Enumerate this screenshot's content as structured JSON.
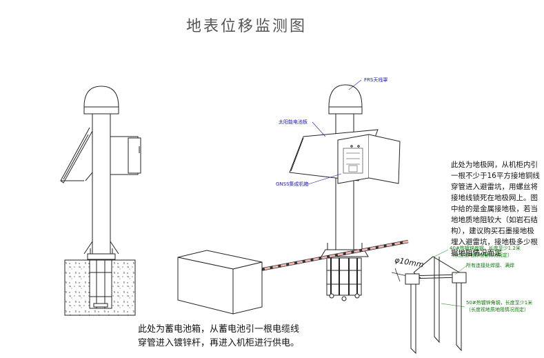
{
  "title": "地表位移监测图",
  "labels": {
    "frs_antenna": "FRS天线罩",
    "solar_panel": "太阳能电池板",
    "gnss_cabinet": "GNSS集成机箱",
    "diameter": "φ10mm",
    "ground_flat_steel": "40#热镀锌扁钢，长度至少1.2米",
    "ground_flat_steel_note": "（长度视地质地阻情况而定）",
    "weld_note": "所有连接处焊接、满焊",
    "ground_angle_steel": "50#热镀锌角钢，长度至少1米",
    "ground_angle_steel_note": "（长度视地质地阻情况而定）"
  },
  "notes": {
    "grounding": "此处为地极网，从机柜内引一根不少于16平方接地铜线穿管进入避雷坑，用螺丝将接地线锁死在地极网上。图中给的是金属接地极，若当地地质地阻较大（如岩石结构），建议购买石墨接地极埋入避雷坑，接地极多少根据地阻情况而定",
    "battery_line1": "此处为蓄电池箱，从蓄电池引一根电缆线",
    "battery_line2": "穿管进入镀锌杆，再进入机柜进行供电。"
  }
}
